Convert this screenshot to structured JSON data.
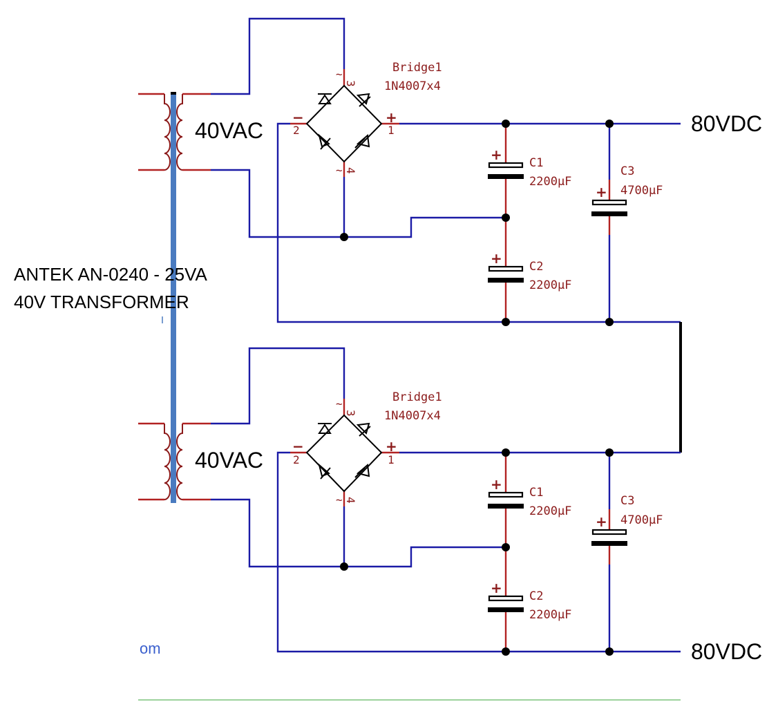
{
  "transformer": {
    "label_line1": "ANTEK AN-0240 - 25VA",
    "label_line2": "40V TRANSFORMER",
    "core_color": "#4a7bc0"
  },
  "stage_top": {
    "secondary_label": "40VAC",
    "bridge": {
      "ref": "Bridge1",
      "value": "1N4007x4"
    },
    "bridge_pins": {
      "ac1": "3",
      "ac2": "4",
      "neg": "2",
      "pos": "1"
    },
    "polarity": {
      "neg": "−",
      "pos": "+",
      "ac": "~"
    },
    "c1": {
      "ref": "C1",
      "value": "2200µF"
    },
    "c2": {
      "ref": "C2",
      "value": "2200µF"
    },
    "c3": {
      "ref": "C3",
      "value": "4700µF"
    },
    "output_label": "80VDC"
  },
  "stage_bottom": {
    "secondary_label": "40VAC",
    "bridge": {
      "ref": "Bridge1",
      "value": "1N4007x4"
    },
    "bridge_pins": {
      "ac1": "3",
      "ac2": "4",
      "neg": "2",
      "pos": "1"
    },
    "polarity": {
      "neg": "−",
      "pos": "+",
      "ac": "~"
    },
    "c1": {
      "ref": "C1",
      "value": "2200µF"
    },
    "c2": {
      "ref": "C2",
      "value": "2200µF"
    },
    "c3": {
      "ref": "C3",
      "value": "4700µF"
    },
    "output_label": "80VDC"
  },
  "watermark_fragment": "om",
  "colors": {
    "wire": "#1a1aa6",
    "pin": "#b22222",
    "ref_text": "#8b1a1a"
  }
}
